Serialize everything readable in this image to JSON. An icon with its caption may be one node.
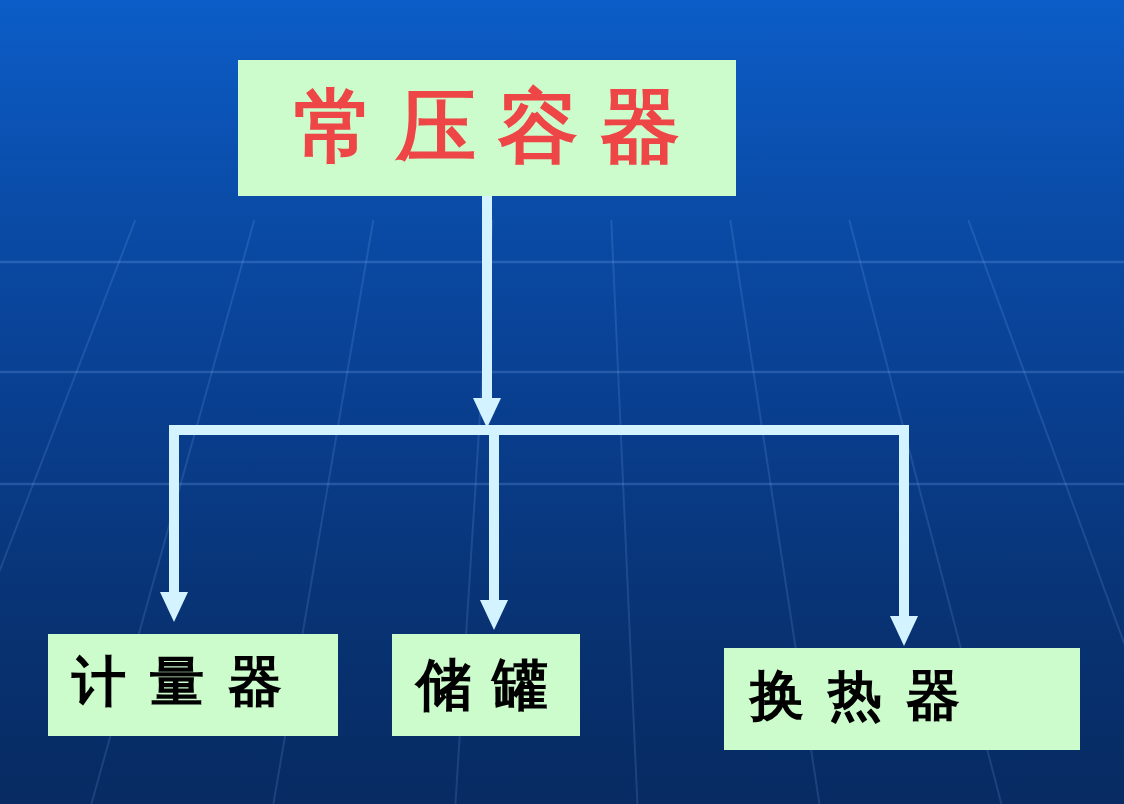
{
  "diagram": {
    "nodes": [
      {
        "text": [
          "常压容器"
        ]
      },
      {
        "text": [
          "计量器"
        ]
      },
      {
        "text": [
          "储罐"
        ]
      },
      {
        "text": [
          "换热器"
        ]
      }
    ],
    "edges": [
      {
        "from": 0,
        "to": 1,
        "arrow": "to"
      },
      {
        "from": 0,
        "to": 2,
        "arrow": "to"
      },
      {
        "from": 0,
        "to": 3,
        "arrow": "to"
      }
    ]
  }
}
